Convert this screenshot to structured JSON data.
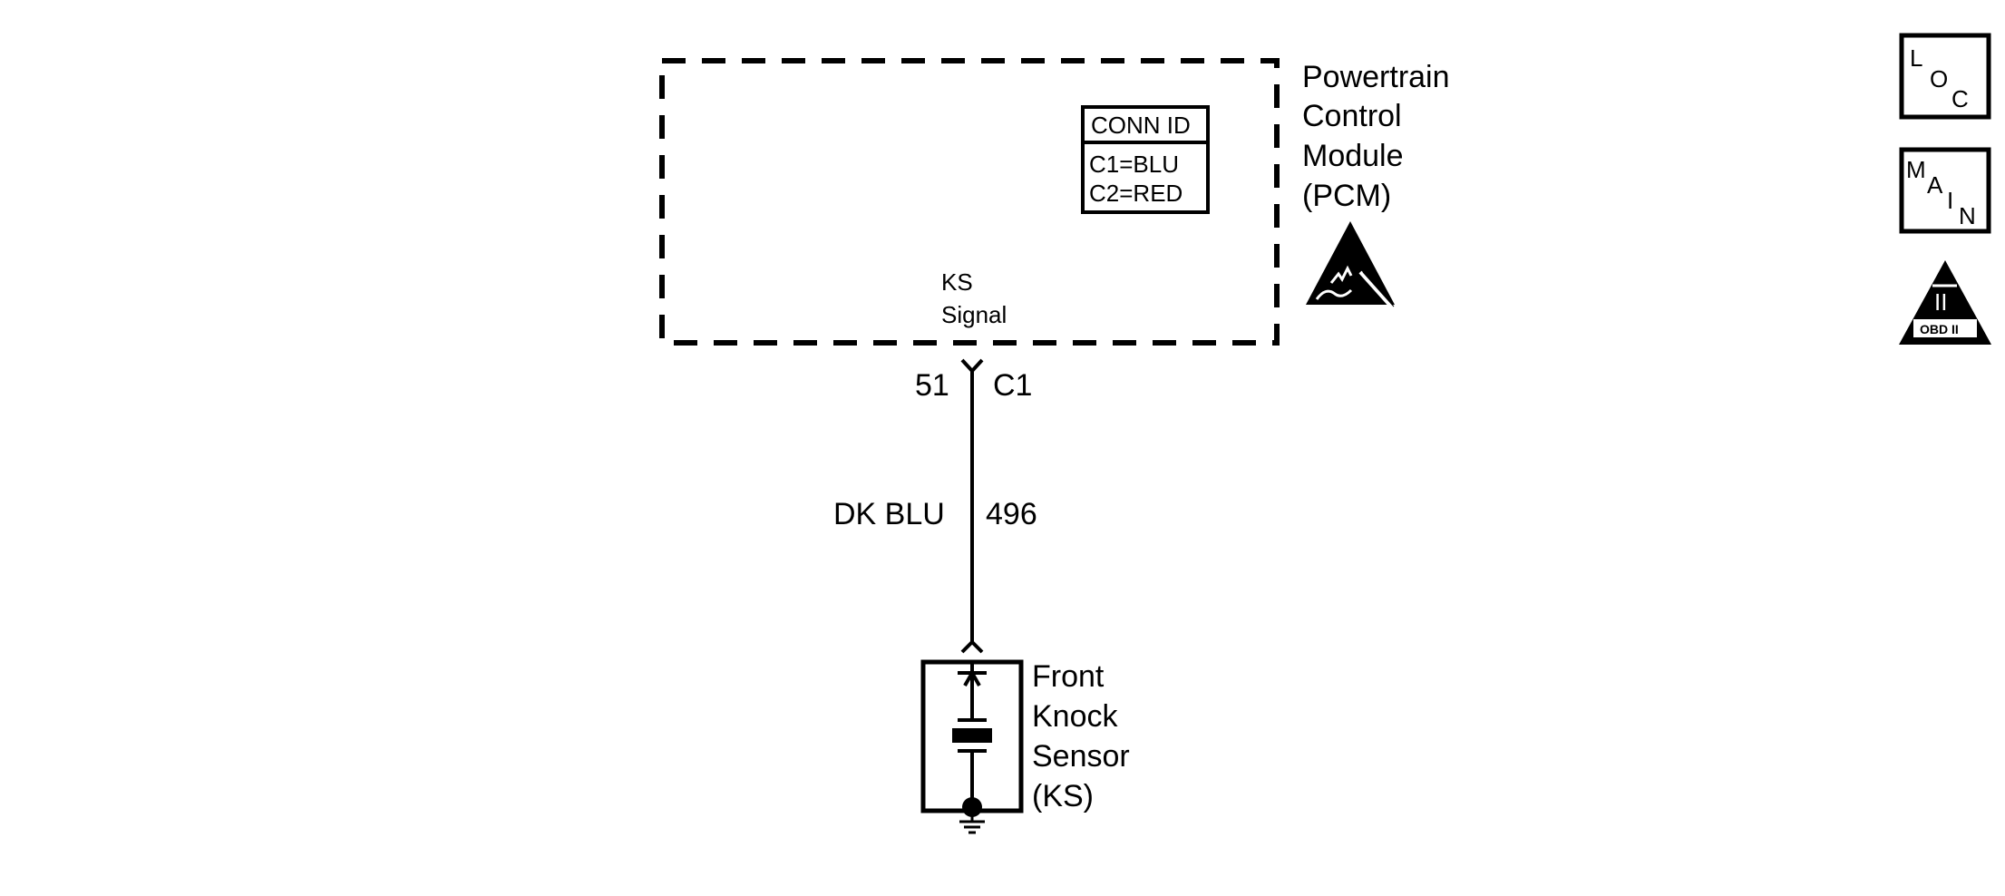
{
  "pcm": {
    "name_lines": [
      "Powertrain",
      "Control",
      "Module",
      "(PCM)"
    ],
    "signal_lines": [
      "KS",
      "Signal"
    ],
    "conn_id": {
      "header": "CONN ID",
      "rows": [
        "C1=BLU",
        "C2=RED"
      ]
    },
    "esd_icon": "esd-sensitive-icon"
  },
  "connector": {
    "pin": "51",
    "id": "C1"
  },
  "wire": {
    "color": "DK BLU",
    "circuit": "496"
  },
  "sensor": {
    "name_lines": [
      "Front",
      "Knock",
      "Sensor",
      "(KS)"
    ],
    "symbol_icon": "knock-sensor-symbol-icon",
    "ground_icon": "ground-icon"
  },
  "side_icons": {
    "loc": [
      "L",
      "O",
      "C"
    ],
    "main": [
      "M",
      "A",
      "I",
      "N"
    ],
    "obd": {
      "mark": "II",
      "label": "OBD II"
    }
  }
}
